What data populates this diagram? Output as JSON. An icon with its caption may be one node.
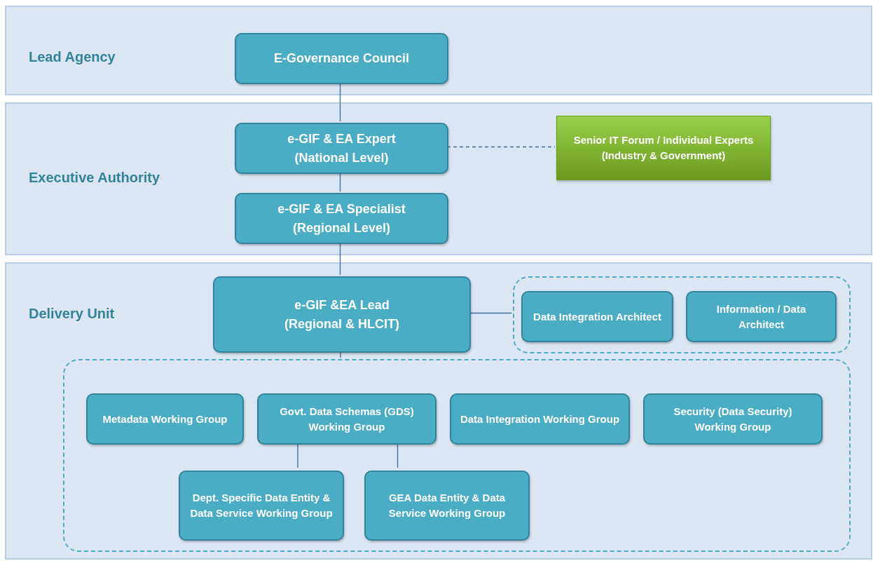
{
  "diagram": {
    "nodes": [
      {
        "text": [
          "Lead Agency"
        ]
      },
      {
        "text": [
          "E-Governance Council"
        ],
        "in": 0
      },
      {
        "text": [
          "Executive Authority"
        ]
      },
      {
        "text": [
          "e-GIF & EA Expert",
          "(National Level)"
        ],
        "in": 2
      },
      {
        "text": [
          "Senior IT Forum / Individual Experts",
          "(Industry & Government)"
        ],
        "in": 2
      },
      {
        "text": [
          "e-GIF & EA Specialist",
          "(Regional Level)"
        ],
        "in": 2
      },
      {
        "text": [
          "Delivery Unit"
        ]
      },
      {
        "text": [
          "e-GIF &EA Lead",
          "(Regional & HLCIT)"
        ],
        "in": 6
      },
      {
        "text": [],
        "shape": "box",
        "in": 6
      },
      {
        "text": [
          "Data Integration Architect"
        ],
        "in": 8
      },
      {
        "text": [
          "Information / Data Architect"
        ],
        "in": 8
      },
      {
        "text": [],
        "shape": "box",
        "in": 6
      },
      {
        "text": [
          "Metadata Working Group"
        ],
        "in": 11
      },
      {
        "text": [
          "Govt. Data Schemas (GDS) Working Group"
        ],
        "in": 11
      },
      {
        "text": [
          "Data Integration Working Group"
        ],
        "in": 11
      },
      {
        "text": [
          "Security (Data Security) Working Group"
        ],
        "in": 11
      },
      {
        "text": [
          "Dept. Specific Data Entity & Data Service Working Group"
        ],
        "in": 11
      },
      {
        "text": [
          "GEA Data Entity & Data Service Working Group"
        ],
        "in": 11
      }
    ],
    "edges": [
      {
        "from": 1,
        "to": 3,
        "arrow": "none"
      },
      {
        "from": 3,
        "to": 4,
        "arrow": "none",
        "style": "dashed"
      },
      {
        "from": 3,
        "to": 5,
        "arrow": "none"
      },
      {
        "from": 5,
        "to": 7,
        "arrow": "none"
      },
      {
        "from": 7,
        "to": 8,
        "arrow": "none"
      },
      {
        "from": 7,
        "to": 11,
        "arrow": "none"
      },
      {
        "from": 13,
        "to": 16,
        "arrow": "none"
      },
      {
        "from": 13,
        "to": 17,
        "arrow": "none"
      }
    ]
  }
}
